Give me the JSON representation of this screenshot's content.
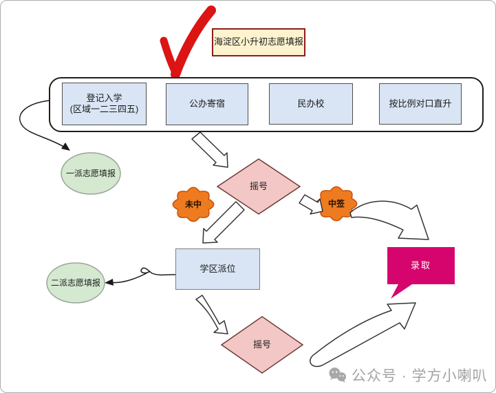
{
  "header": {
    "tag_label": "海淀区小升初志愿填报"
  },
  "entry_group": {
    "boxes": [
      {
        "line1": "登记入学",
        "line2": "(区域一二三四五)"
      },
      {
        "line1": "公办寄宿"
      },
      {
        "line1": "民办校"
      },
      {
        "line1": "按比例对口直升"
      }
    ]
  },
  "nodes": {
    "first_batch": "一派志愿填报",
    "lottery_top": "摇号",
    "miss": "未中",
    "win": "中签",
    "district_placement": "学区派位",
    "second_batch": "二派志愿填报",
    "lottery_bottom": "摇号",
    "admit": "录取"
  },
  "footer": {
    "watermark": "公众号 · 学方小喇叭"
  },
  "colors": {
    "check_red": "#dc1414",
    "tag_fill": "#fdf3cf",
    "tag_border": "#8e1b1b",
    "process_fill": "#d9e5f5",
    "decision_fill": "#f2c7c6",
    "decision_border": "#6d3a35",
    "cloud_fill": "#ef7b20",
    "cloud_border": "#c8500a",
    "batch_fill": "#d5e8d0",
    "batch_border": "#97a597",
    "admit_fill": "#d6056e",
    "watermark_gray": "#a3a3a3"
  }
}
